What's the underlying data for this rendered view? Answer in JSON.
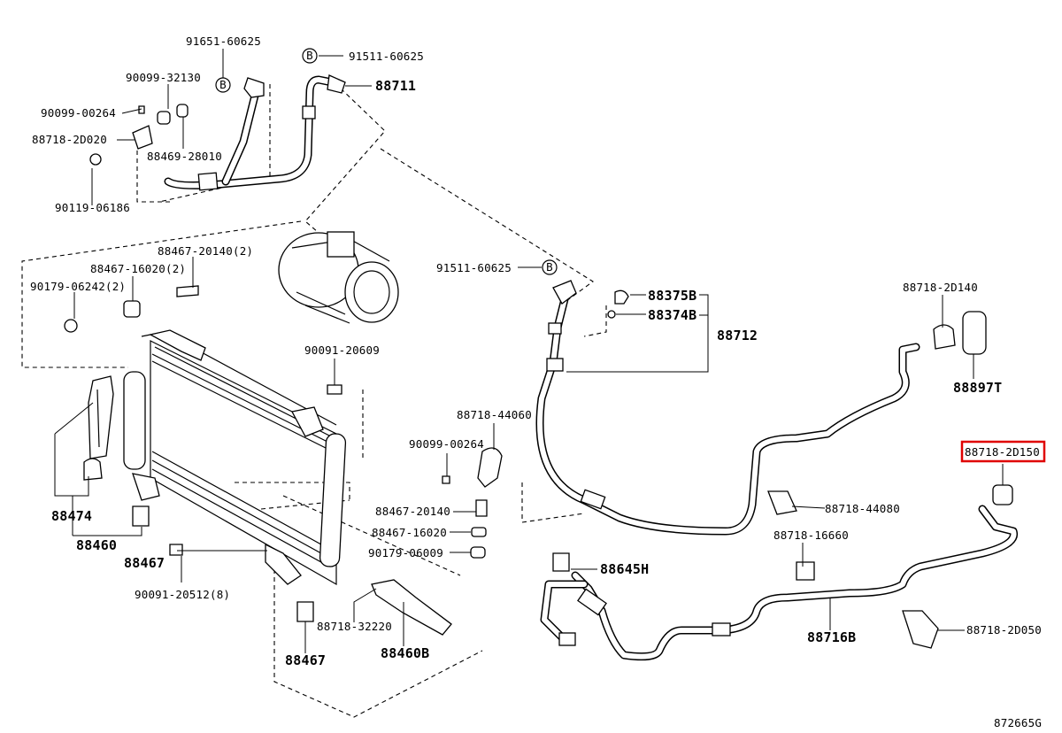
{
  "diagram_id": "872665G",
  "highlight_color": "#e00000",
  "labels": {
    "p91651_60625": "91651-60625",
    "p91511_60625_top": "91511-60625",
    "p88711": "88711",
    "p90099_32130": "90099-32130",
    "p90099_00264_a": "90099-00264",
    "p88718_2D020": "88718-2D020",
    "p88469_28010": "88469-28010",
    "p90119_06186": "90119-06186",
    "p88467_20140_2": "88467-20140(2)",
    "p88467_16020_2": "88467-16020(2)",
    "p90179_06242_2": "90179-06242(2)",
    "p91511_60625_mid": "91511-60625",
    "p88375B": "88375B",
    "p88374B": "88374B",
    "p88712": "88712",
    "p88718_2D140": "88718-2D140",
    "p88897T": "88897T",
    "p90091_20609": "90091-20609",
    "p88718_44060": "88718-44060",
    "p90099_00264_b": "90099-00264",
    "p88718_2D150": "88718-2D150",
    "p88474": "88474",
    "p88460": "88460",
    "p88467_a": "88467",
    "p88467_20140": "88467-20140",
    "p88467_16020": "88467-16020",
    "p90179_06009": "90179-06009",
    "p88718_44080": "88718-44080",
    "p88718_16660": "88718-16660",
    "p88645H": "88645H",
    "p90091_20512_8": "90091-20512(8)",
    "p88718_32220": "88718-32220",
    "p88460B": "88460B",
    "p88716B": "88716B",
    "p88718_2D050": "88718-2D050",
    "p88467_b": "88467"
  },
  "markers": {
    "b1": "B",
    "b2": "B",
    "b3": "B"
  }
}
